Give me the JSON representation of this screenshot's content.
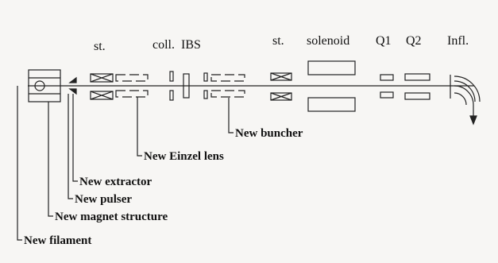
{
  "top_labels": {
    "st1": "st.",
    "coll": "coll.",
    "ibs": "IBS",
    "st2": "st.",
    "solenoid": "solenoid",
    "q1": "Q1",
    "q2": "Q2",
    "infl": "Infl."
  },
  "callouts": {
    "buncher": "New buncher",
    "einzel": "New Einzel lens",
    "extractor": "New extractor",
    "pulser": "New pulser",
    "magnet": "New magnet structure",
    "filament": "New filament"
  }
}
